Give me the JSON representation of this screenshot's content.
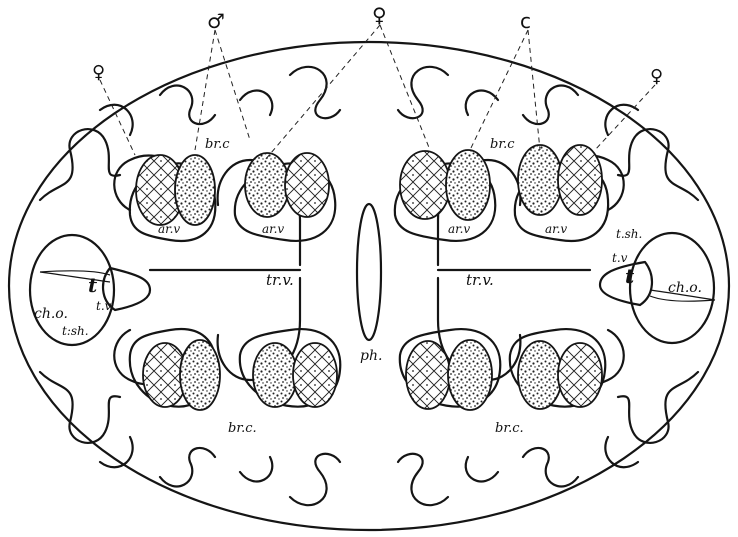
{
  "diagram": {
    "symbols": {
      "male_left": "♂",
      "female_center": "♀",
      "male_right": "c",
      "female_left": "♀",
      "female_right": "♀"
    },
    "labels": {
      "br_c": "br.c",
      "br_c_lower": "br.c.",
      "ar_v": "ar.v",
      "tr_v": "tr.v.",
      "ch_o": "ch.o.",
      "t": "t",
      "t_v": "t.v.",
      "t_v_right": "t.v",
      "t_sh": "t.sh.",
      "t_sh_left": "t:sh.",
      "ph": "ph."
    }
  }
}
